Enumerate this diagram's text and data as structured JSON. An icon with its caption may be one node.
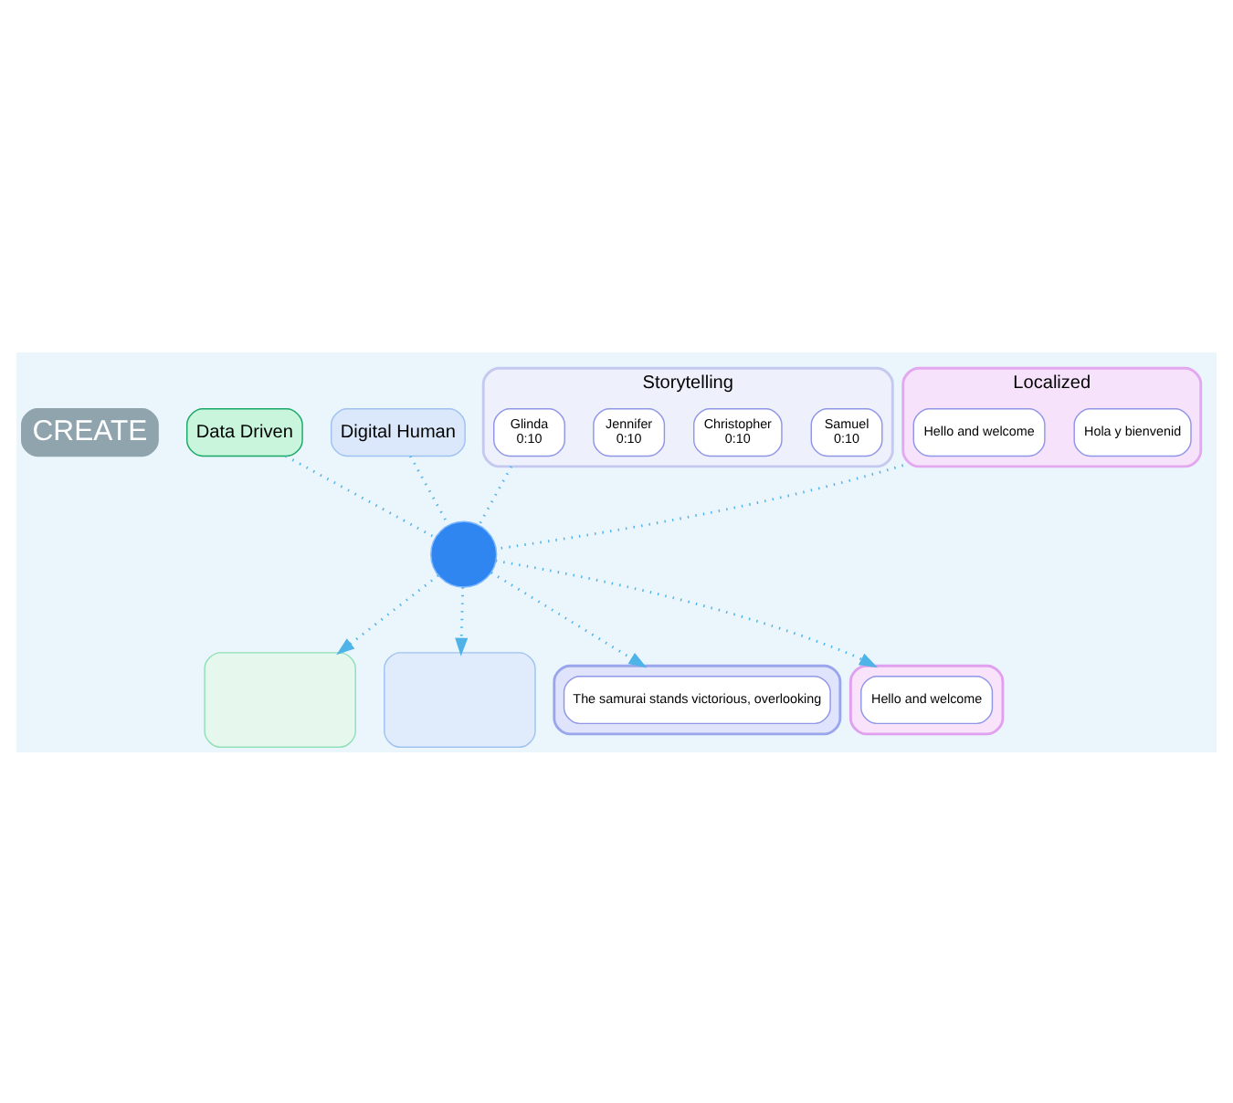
{
  "diagram": {
    "nodes": [
      {
        "text": [
          "CREATE"
        ]
      },
      {
        "text": [
          "Data Driven"
        ]
      },
      {
        "text": [
          "Digital Human"
        ]
      },
      {
        "text": [
          "Storytelling"
        ]
      },
      {
        "text": [
          "Glinda",
          "0:10"
        ],
        "in": 3
      },
      {
        "text": [
          "Jennifer",
          "0:10"
        ],
        "in": 3
      },
      {
        "text": [
          "Christopher",
          "0:10"
        ],
        "in": 3
      },
      {
        "text": [
          "Samuel",
          "0:10"
        ],
        "in": 3
      },
      {
        "text": [
          "Localized"
        ]
      },
      {
        "text": [
          "Hello and welcome"
        ],
        "in": 8
      },
      {
        "text": [
          "Hola y bienvenid"
        ],
        "in": 8
      },
      {
        "text": [],
        "shape": "circle"
      },
      {
        "text": [],
        "shape": "box"
      },
      {
        "text": [],
        "shape": "box"
      },
      {
        "text": [],
        "shape": "box"
      },
      {
        "text": [
          "The samurai stands victorious, overlooking"
        ],
        "in": 14
      },
      {
        "text": [],
        "shape": "box"
      },
      {
        "text": [
          "Hello and welcome"
        ],
        "in": 16
      }
    ],
    "edges": [
      {
        "from": 1,
        "to": 11,
        "arrow": "none",
        "style": "dashed"
      },
      {
        "from": 2,
        "to": 11,
        "arrow": "none",
        "style": "dashed"
      },
      {
        "from": 3,
        "to": 11,
        "arrow": "none",
        "style": "dashed"
      },
      {
        "from": 8,
        "to": 11,
        "arrow": "none",
        "style": "dashed"
      },
      {
        "from": 11,
        "to": 12,
        "arrow": "to",
        "style": "dashed"
      },
      {
        "from": 11,
        "to": 13,
        "arrow": "to",
        "style": "dashed"
      },
      {
        "from": 11,
        "to": 14,
        "arrow": "to",
        "style": "dashed"
      },
      {
        "from": 11,
        "to": 16,
        "arrow": "to",
        "style": "dashed"
      }
    ]
  }
}
